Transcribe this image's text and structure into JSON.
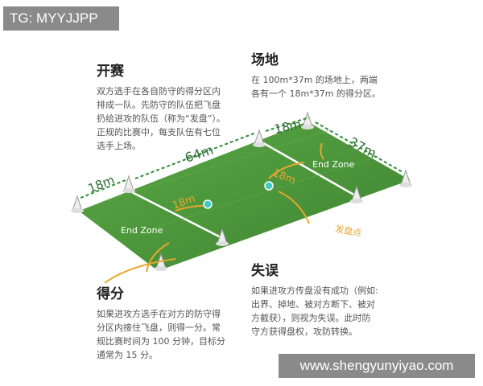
{
  "watermarks": {
    "top_left": "TG: MYYJJPP",
    "bottom_right": "www.shengyunyiyao.com"
  },
  "sections": {
    "kaisai": {
      "title": "开赛",
      "lines": [
        "双方选手在各自防守的得分区内",
        "排成一队。先防守的队伍把飞盘",
        "扔给进攻的队伍（称为“发盘”）。",
        "正规的比赛中，每支队伍有七位",
        "选手上场。"
      ]
    },
    "changdi": {
      "title": "场地",
      "lines": [
        "在 100m*37m 的场地上，两端",
        "各有一个 18m*37m 的得分区。"
      ]
    },
    "shiwu": {
      "title": "失误",
      "lines": [
        "如果进攻方传盘没有成功（例如:",
        "出界、掉地、被对方断下、被对",
        "方截获），则视为失误。此时防",
        "守方获得盘权，攻防转换。"
      ]
    },
    "defen": {
      "title": "得分",
      "lines": [
        "如果进攻方选手在对方的防守得",
        "分区内接住飞盘，则得一分。常",
        "规比赛时间为 100 分钟，目标分",
        "通常为 15 分。"
      ]
    }
  },
  "field_labels": {
    "len_64": "64m",
    "len_37": "37m",
    "top_18": "18m",
    "left_18": "18m",
    "mid_18_left": "18m",
    "mid_18_right": "18m",
    "endzone_right": "End Zone",
    "endzone_left": "End Zone",
    "scribble": "发盘点"
  },
  "colors": {
    "grass": "#4f9a3c",
    "grass_dark": "#3d7f2e",
    "line": "#ffffff",
    "arrow": "#2f8b3a",
    "cone": "#eeeeee",
    "orange": "#e8a630",
    "disc": "#3ec9c4"
  }
}
